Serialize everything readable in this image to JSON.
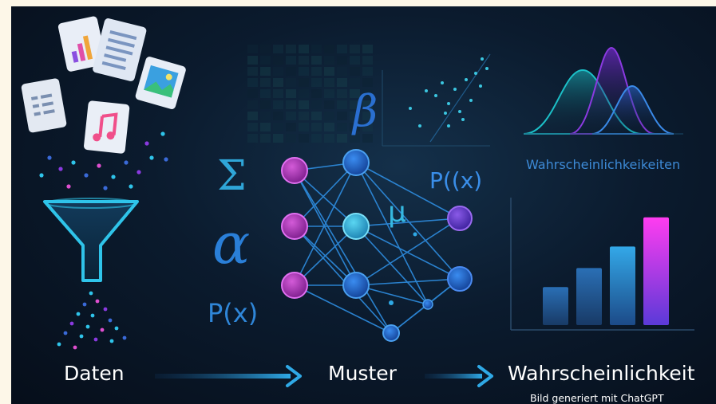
{
  "stages": {
    "data_label": "Daten",
    "patterns_label": "Muster",
    "probability_label": "Wahrscheinlichkeit"
  },
  "probability_caption": "Wahrscheinlichkeikeiten",
  "symbols": {
    "sigma": "Σ",
    "alpha": "α",
    "beta": "β",
    "mu": "μ",
    "px_left": "P(x)",
    "px_right": "P((x)"
  },
  "credit": "Bild generiert mit ChatGPT",
  "colors": {
    "background": "#0b1b2e",
    "page_border": "#fdf7e8",
    "funnel": "#2fc4ea",
    "node_magenta": "#b030b8",
    "node_blue": "#1f6fd6",
    "node_cyan": "#34b8e0",
    "node_violet": "#6a3ad0",
    "edge": "#2e8de0",
    "bar_gradient_top": "#ff3cf0",
    "bar_gradient_bottom": "#3a4fcf",
    "arrow": "#2fa9e6"
  },
  "bar_chart": {
    "bars": [
      0.3,
      0.45,
      0.62,
      0.85
    ]
  }
}
